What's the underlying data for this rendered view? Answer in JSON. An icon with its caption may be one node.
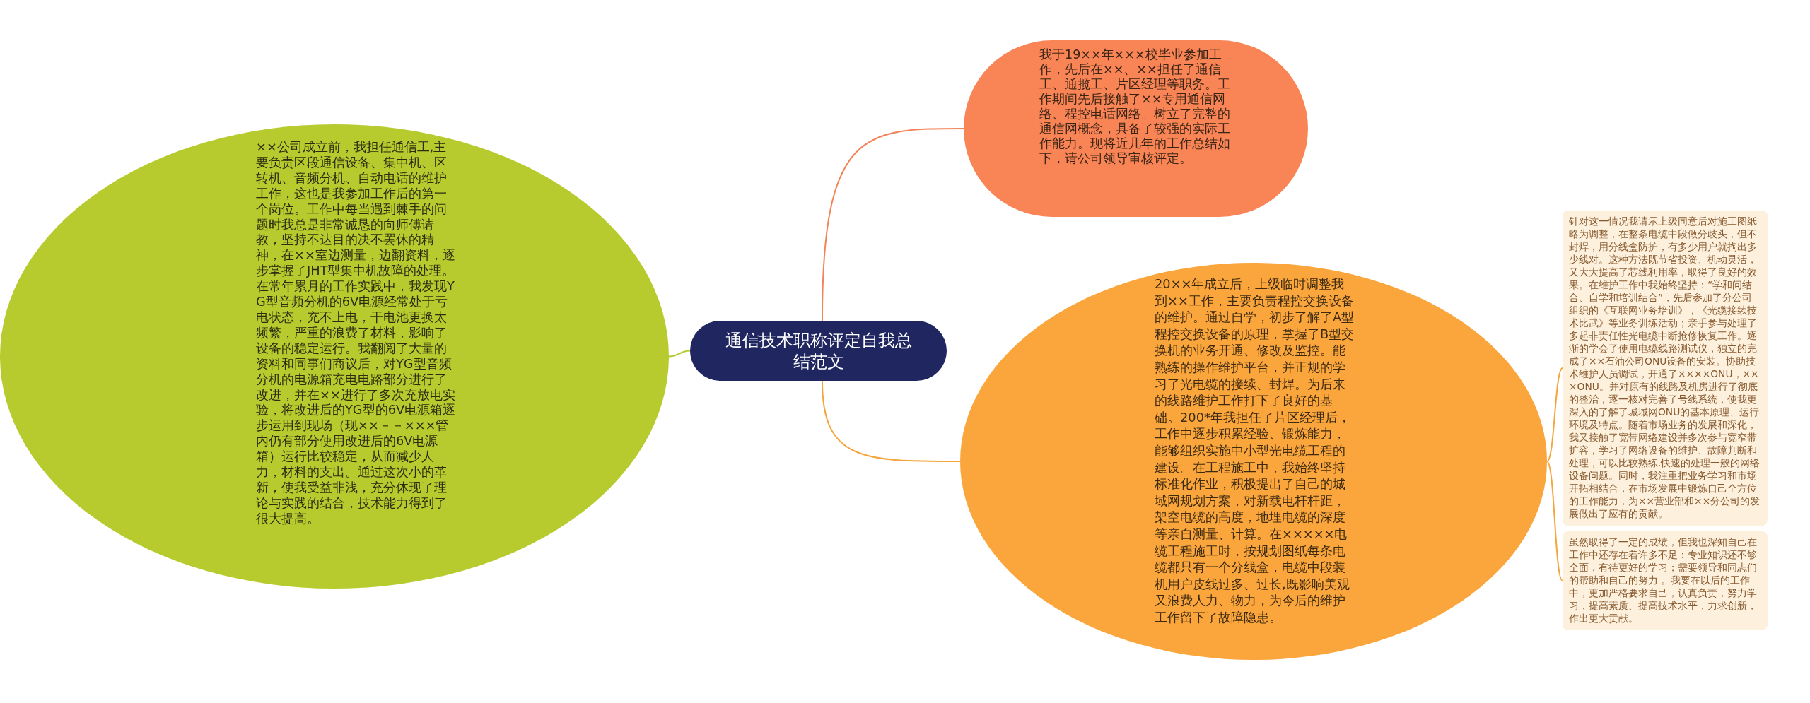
{
  "diagram": {
    "nodes": [
      {
        "text": [
          "通信技术职称评定自我总结范文"
        ]
      },
      {
        "text": [
          "××公司成立前，我担任通信工,主要负责区段通信设备、集中机、区转机、音频分机、自动电话的维护工作，这也是我参加工作后的第一个岗位。工作中每当遇到棘手的问题时我总是非常诚恳的向师傅请教，坚持不达目的决不罢休的精神，在××室边测量，边翻资料，逐步掌握了JHT型集中机故障的处理。在常年累月的工作实践中，我发现YG型音频分机的6V电源经常处于亏电状态，充不上电，干电池更换太频繁，严重的浪费了材料，影响了设备的稳定运行。我翻阅了大量的资料和同事们商议后，对YG型音频分机的电源箱充电电路部分进行了改进，并在××进行了多次充放电实验，将改进后的YG型的6V电源箱逐步运用到现场（现××－－×××管内仍有部分使用改进后的6V电源箱）运行比较稳定，从而减少人力，材料的支出。通过这次小的革新，使我受益非浅，充分体现了理论与实践的结合，技术能力得到了很大提高。"
        ]
      },
      {
        "text": [
          "我于19××年×××校毕业参加工作，先后在××、××担任了通信工、通揽工、片区经理等职务。工作期间先后接触了××专用通信网络、程控电话网络。树立了完整的通信网概念，具备了较强的实际工作能力。现将近几年的工作总结如下，请公司领导审核评定。"
        ]
      },
      {
        "text": [
          "20××年成立后，上级临时调整我到××工作，主要负责程控交换设备的维护。通过自学，初步了解了A型程控交换设备的原理，掌握了B型交换机的业务开通、修改及监控。能熟练的操作维护平台，并正规的学习了光电缆的接续、封焊。为后来的线路维护工作打下了良好的基础。200*年我担任了片区经理后，工作中逐步积累经验、锻炼能力，能够组织实施中小型光电缆工程的建设。在工程施工中，我始终坚持标准化作业，积极提出了自己的城域网规划方案，对新载电杆杆距，架空电缆的高度，地埋电缆的深度等亲自测量、计算。在×××××电缆工程施工时，按规划图纸每条电缆都只有一个分线盒，电缆中段装机用户皮线过多、过长,既影响美观又浪费人力、物力，为今后的维护工作留下了故障隐患。"
        ]
      },
      {
        "text": [
          "针对这一情况我请示上级同意后对施工图纸略为调整，在整条电缆中段做分歧头，但不封焊，用分线盒防护，有多少用户就掏出多少线对。这种方法既节省投资、机动灵活，又大大提高了芯线利用率，取得了良好的效果。在维护工作中我始终坚持：“学和问结合、自学和培训结合”，先后参加了分公司组织的《互联网业务培训》，《光缆接续技术比武》等业务训练活动；亲手参与处理了多起非责任性光电缆中断抢修恢复工作。逐渐的学会了使用电缆线路测试仪，独立的完成了××石油公司ONU设备的安装。协助技术维护人员调试，开通了××××ONU，×××ONU。并对原有的线路及机房进行了彻底的整治，逐一核对完善了号线系统，使我更深入的了解了城域网ONU的基本原理、运行环境及特点。随着市场业务的发展和深化，我又接触了宽带网络建设并多次参与宽窄带扩容，学习了网络设备的维护、故障判断和处理，可以比较熟练.快速的处理一般的网络设备问题。同时，我注重把业务学习和市场开拓相结合，在市场发展中锻炼自己全方位的工作能力，为××营业部和××分公司的发展做出了应有的贡献。"
        ]
      },
      {
        "text": [
          "虽然取得了一定的成绩，但我也深知自己在工作中还存在着许多不足：专业知识还不够全面，有待更好的学习；需要领导和同志们的帮助和自己的努力 。我要在以后的工作中，更加严格要求自己，认真负责，努力学习，提高素质、提高技术水平，力求创新，作出更大贡献。"
        ]
      }
    ],
    "edges": [
      {
        "from": 0,
        "to": 1,
        "arrow": "none",
        "color": "#b7cb2f"
      },
      {
        "from": 0,
        "to": 2,
        "arrow": "none",
        "color": "#f4845a"
      },
      {
        "from": 0,
        "to": 3,
        "arrow": "none"
      },
      {
        "from": 3,
        "to": 4,
        "arrow": "none"
      },
      {
        "from": 3,
        "to": 5,
        "arrow": "none"
      }
    ]
  }
}
